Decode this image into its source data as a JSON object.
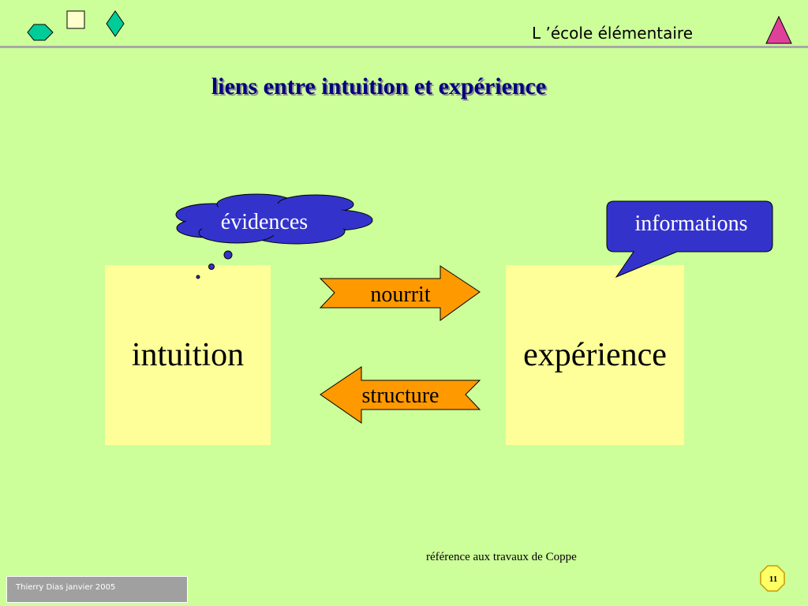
{
  "header": {
    "title": "L ’école élémentaire"
  },
  "slide": {
    "title": "liens entre intuition et expérience"
  },
  "diagram": {
    "left_box": "intuition",
    "right_box": "expérience",
    "arrow_forward": "nourrit",
    "arrow_back": "structure",
    "thought_bubble": "évidences",
    "speech_bubble": "informations"
  },
  "reference": "référence aux travaux de Coppe",
  "footer": {
    "author_date": "Thierry Dias janvier 2005",
    "page_number": "11"
  },
  "colors": {
    "background": "#CCFF99",
    "box_fill": "#FFFF99",
    "arrow_fill": "#FF9900",
    "bubble_fill": "#3333CC",
    "title_color": "#000080"
  },
  "icons": [
    "hexagon-icon",
    "square-icon",
    "diamond-icon",
    "triangle-icon"
  ]
}
